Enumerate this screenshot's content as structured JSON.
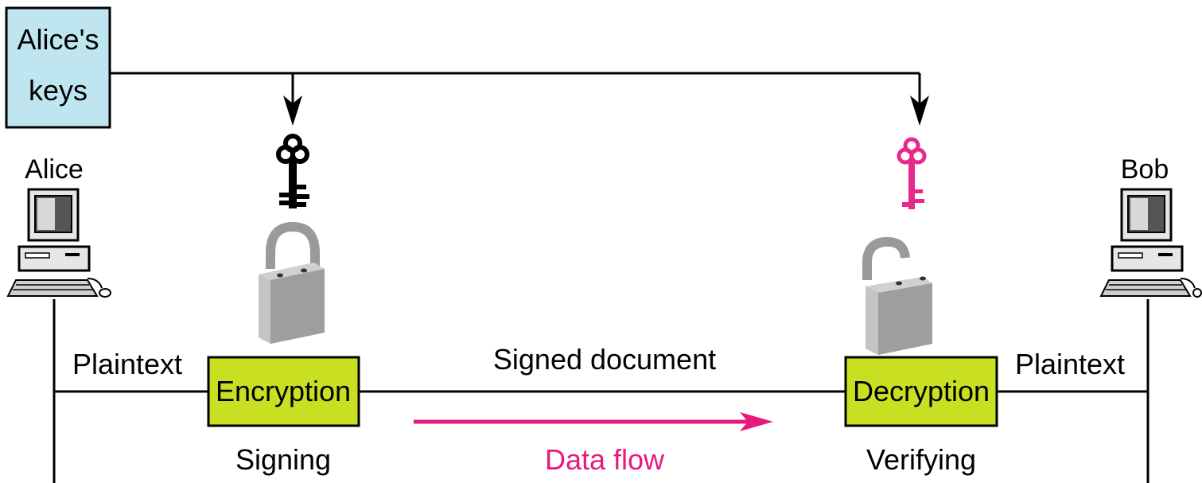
{
  "keys_box": {
    "line1": "Alice's",
    "line2": "keys"
  },
  "alice": {
    "label": "Alice"
  },
  "bob": {
    "label": "Bob"
  },
  "left_plaintext": "Plaintext",
  "right_plaintext": "Plaintext",
  "encryption": {
    "label": "Encryption",
    "caption": "Signing"
  },
  "decryption": {
    "label": "Decryption",
    "caption": "Verifying"
  },
  "channel_label": "Signed document",
  "flow_label": "Data flow",
  "colors": {
    "keys_box_fill": "#bfe6f0",
    "process_box_fill": "#c8e021",
    "private_key": "#000000",
    "public_key": "#e8288a",
    "data_flow": "#e8197d",
    "lock": "#bdbdbd"
  },
  "icons": {
    "private_key": "key-icon",
    "public_key": "key-icon",
    "closed_lock": "closed-lock-icon",
    "open_lock": "open-lock-icon",
    "computer": "computer-icon"
  }
}
